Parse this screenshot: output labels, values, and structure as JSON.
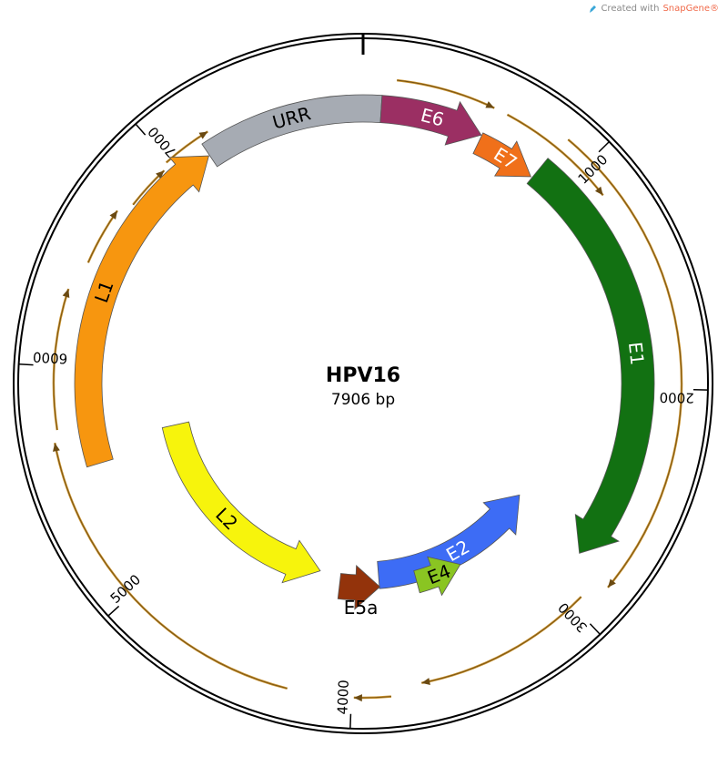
{
  "watermark": {
    "prefix": "Created with",
    "brand": "SnapGene",
    "suffix": "®"
  },
  "plasmid": {
    "name": "HPV16",
    "length_label": "7906 bp",
    "length": 7906
  },
  "ticks": [
    {
      "bp": 1000,
      "label": "1000"
    },
    {
      "bp": 2000,
      "label": "2000"
    },
    {
      "bp": 3000,
      "label": "3000"
    },
    {
      "bp": 4000,
      "label": "4000"
    },
    {
      "bp": 5000,
      "label": "5000"
    },
    {
      "bp": 6000,
      "label": "6000"
    },
    {
      "bp": 7000,
      "label": "7000"
    }
  ],
  "features": [
    {
      "id": "urr",
      "label": "URR",
      "start": 7160,
      "end": 83,
      "strand": 0,
      "color": "#a6abb3",
      "text_color": "#000000"
    },
    {
      "id": "e6",
      "label": "E6",
      "start": 83,
      "end": 559,
      "strand": 1,
      "color": "#9b2f63",
      "text_color": "#ffffff"
    },
    {
      "id": "e7",
      "label": "E7",
      "start": 562,
      "end": 858,
      "strand": 1,
      "color": "#f0701a",
      "text_color": "#ffffff"
    },
    {
      "id": "e1",
      "label": "E1",
      "start": 865,
      "end": 2813,
      "strand": 1,
      "color": "#127112",
      "text_color": "#ffffff"
    },
    {
      "id": "e2",
      "label": "E2",
      "start": 2755,
      "end": 3852,
      "strand": -1,
      "color": "#3d6cf5",
      "text_color": "#ffffff"
    },
    {
      "id": "e4",
      "label": "E4",
      "start": 3332,
      "end": 3620,
      "strand": -1,
      "color": "#8ac522",
      "text_color": "#000000"
    },
    {
      "id": "e5a",
      "label": "E5a",
      "start": 3849,
      "end": 4100,
      "strand": -1,
      "color": "#93330b",
      "text_color": "#000000"
    },
    {
      "id": "l2",
      "label": "L2",
      "start": 4236,
      "end": 5657,
      "strand": -1,
      "color": "#f7f40c",
      "text_color": "#000000"
    },
    {
      "id": "l1",
      "label": "L1",
      "start": 5560,
      "end": 7156,
      "strand": 1,
      "color": "#f7960f",
      "text_color": "#000000"
    }
  ],
  "orf_arcs": [
    {
      "start": 140,
      "end": 560,
      "r": 335
    },
    {
      "start": 620,
      "end": 1140,
      "r": 335
    },
    {
      "start": 880,
      "end": 2850,
      "r": 350
    },
    {
      "start": 2950,
      "end": 3710,
      "r": 335
    },
    {
      "start": 3840,
      "end": 3990,
      "r": 345
    },
    {
      "start": 4260,
      "end": 5690,
      "r": 345
    },
    {
      "start": 5740,
      "end": 6320,
      "r": 340
    },
    {
      "start": 6450,
      "end": 6700,
      "r": 330
    },
    {
      "start": 6760,
      "end": 6960,
      "r": 320
    },
    {
      "start": 6990,
      "end": 7210,
      "r": 325
    }
  ]
}
